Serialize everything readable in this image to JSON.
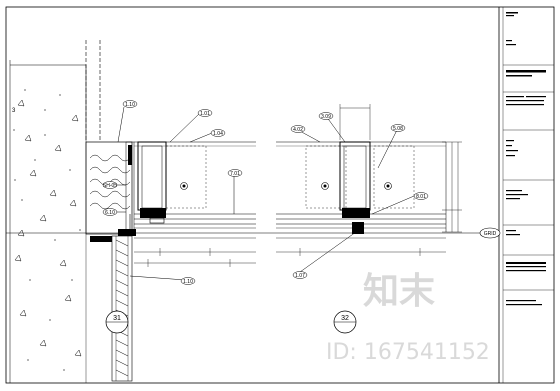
{
  "drawing": {
    "callouts": {
      "a_1_10": "1.10",
      "a_1_01": "1.01",
      "a_1_04": "1.04",
      "a_7_01": "7.01",
      "a_4_02": "4.02",
      "a_3_09": "3.09",
      "a_5_08": "5.08",
      "a_8_01": "8.01",
      "a_1_07": "1.07",
      "a_1_10b": "1.10",
      "a_sh05": "SH-05",
      "a_6_10": "6.10"
    },
    "grid_label": "GRID",
    "details": {
      "left": "31",
      "right": "32"
    }
  },
  "watermark": {
    "brand": "知末",
    "id_text": "ID: 167541152"
  }
}
